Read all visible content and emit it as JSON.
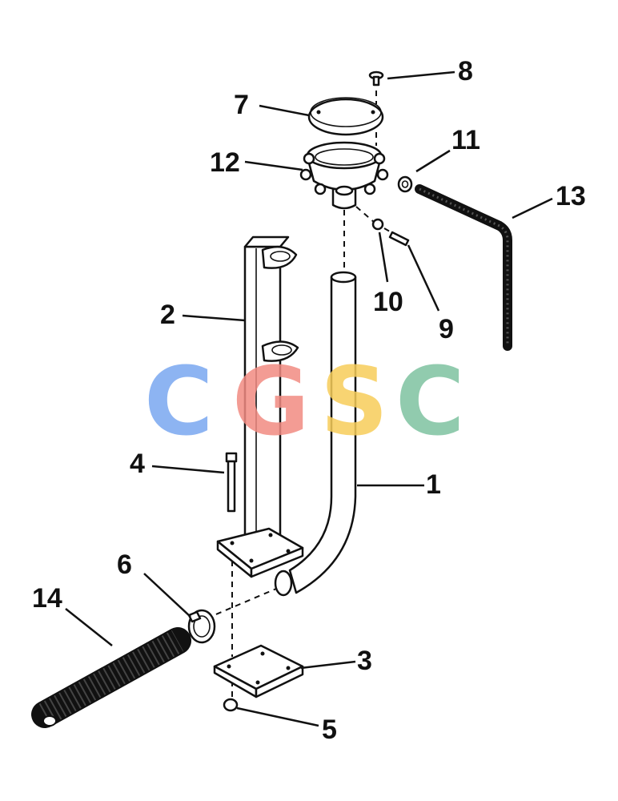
{
  "watermark": {
    "letters": [
      "C",
      "G",
      "S",
      "C"
    ],
    "colors": [
      "#7aa7f0",
      "#f28b82",
      "#f7cd5a",
      "#7ec3a0"
    ]
  },
  "callouts": {
    "c1": "1",
    "c2": "2",
    "c3": "3",
    "c4": "4",
    "c5": "5",
    "c6": "6",
    "c7": "7",
    "c8": "8",
    "c9": "9",
    "c10": "10",
    "c11": "11",
    "c12": "12",
    "c13": "13",
    "c14": "14"
  }
}
